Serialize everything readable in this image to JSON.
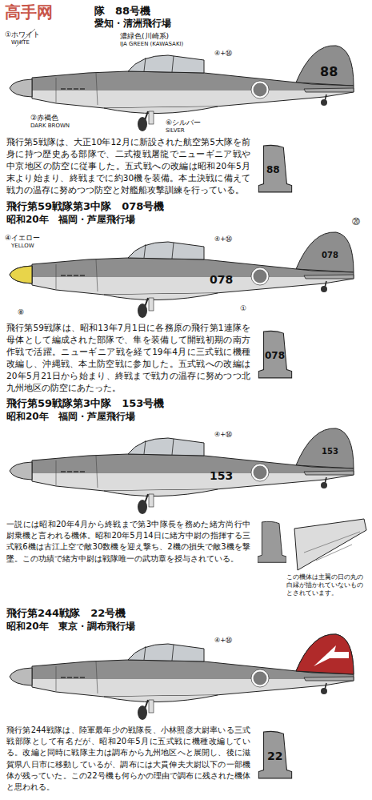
{
  "diagram": {
    "labels": [
      "高手网",
      "隊　88号機",
      "愛知・清洲飛行場",
      "①ホワイト",
      "WHITE",
      "濃緑色(川崎系)",
      "IJA GREEN (KAWASAKI)",
      "④+⑭",
      "88",
      "②赤褐色",
      "DARK BROWN",
      "⑥シルバー",
      "SILVER",
      "飛行第5戦隊は、大正10年12月に新設された航空第5大隊を前身に持つ歴史ある部隊で、二式複戦屠龍でニューギニア戦や中京地区の防空に従事した。五式戦への改編は昭和20年5月末より始まり、終戦までに約30機を装備。本土決戦に備えて戦力の温存に努めつつ防空と対艦船攻撃訓練を行っている。",
      "88",
      "飛行第59戦隊第3中隊　078号機",
      "昭和20年　福岡・芦屋飛行場",
      "④イエロー",
      "YELLOW",
      "④+⑭",
      "⑳",
      "078",
      "078",
      "⑧",
      "①",
      "飛行第59戦隊は、昭和13年7月1日に各務原の飛行第1連隊を母体として編成された部隊で、隼を装備して開戦初期の南方作戦で活躍。ニューギニア戦を経て19年4月に三式戦に機種改編し、沖縄戦、本土防空戦に参加した。五式戦への改編は20年5月21日から始まり、終戦まで戦力の温存に努めつつ北九州地区の防空にあたった。",
      "078",
      "飛行第59戦隊第3中隊　153号機",
      "昭和20年　福岡・芦屋飛行場",
      "④+⑭",
      "153",
      "153",
      "一説には昭和20年4月から終戦まで第3中隊長を務めた緒方尚行中尉乗機と言われる機体。昭和20年5月14日に緒方中尉の指揮する三式戦6機は古江上空で敵30数機を迎え撃ち、2機の損失で敵3機を撃墜。この功績で緒方中尉は戦隊唯一の武功章を授与されている。",
      "この機体は主翼の日の丸の白縁が描かれていないものとされています。",
      "飛行第244戦隊　22号機",
      "昭和20年　東京・調布飛行場",
      "④+⑭",
      "飛行第244戦隊は、陸軍最年少の戦隊長、小林照彦大尉率いる三式戦部隊として有名だが、昭和20年5月に五式戦に機種改編している。改編と同時に戦隊主力は調布から九州地区へと展開し、後に滋賀県八日市に移動しているが、調布には大貫伸夫大尉以下の一部機体が残っていた。この22号機も何らかの理由で調布に残された機体と思われる。",
      "22"
    ]
  }
}
